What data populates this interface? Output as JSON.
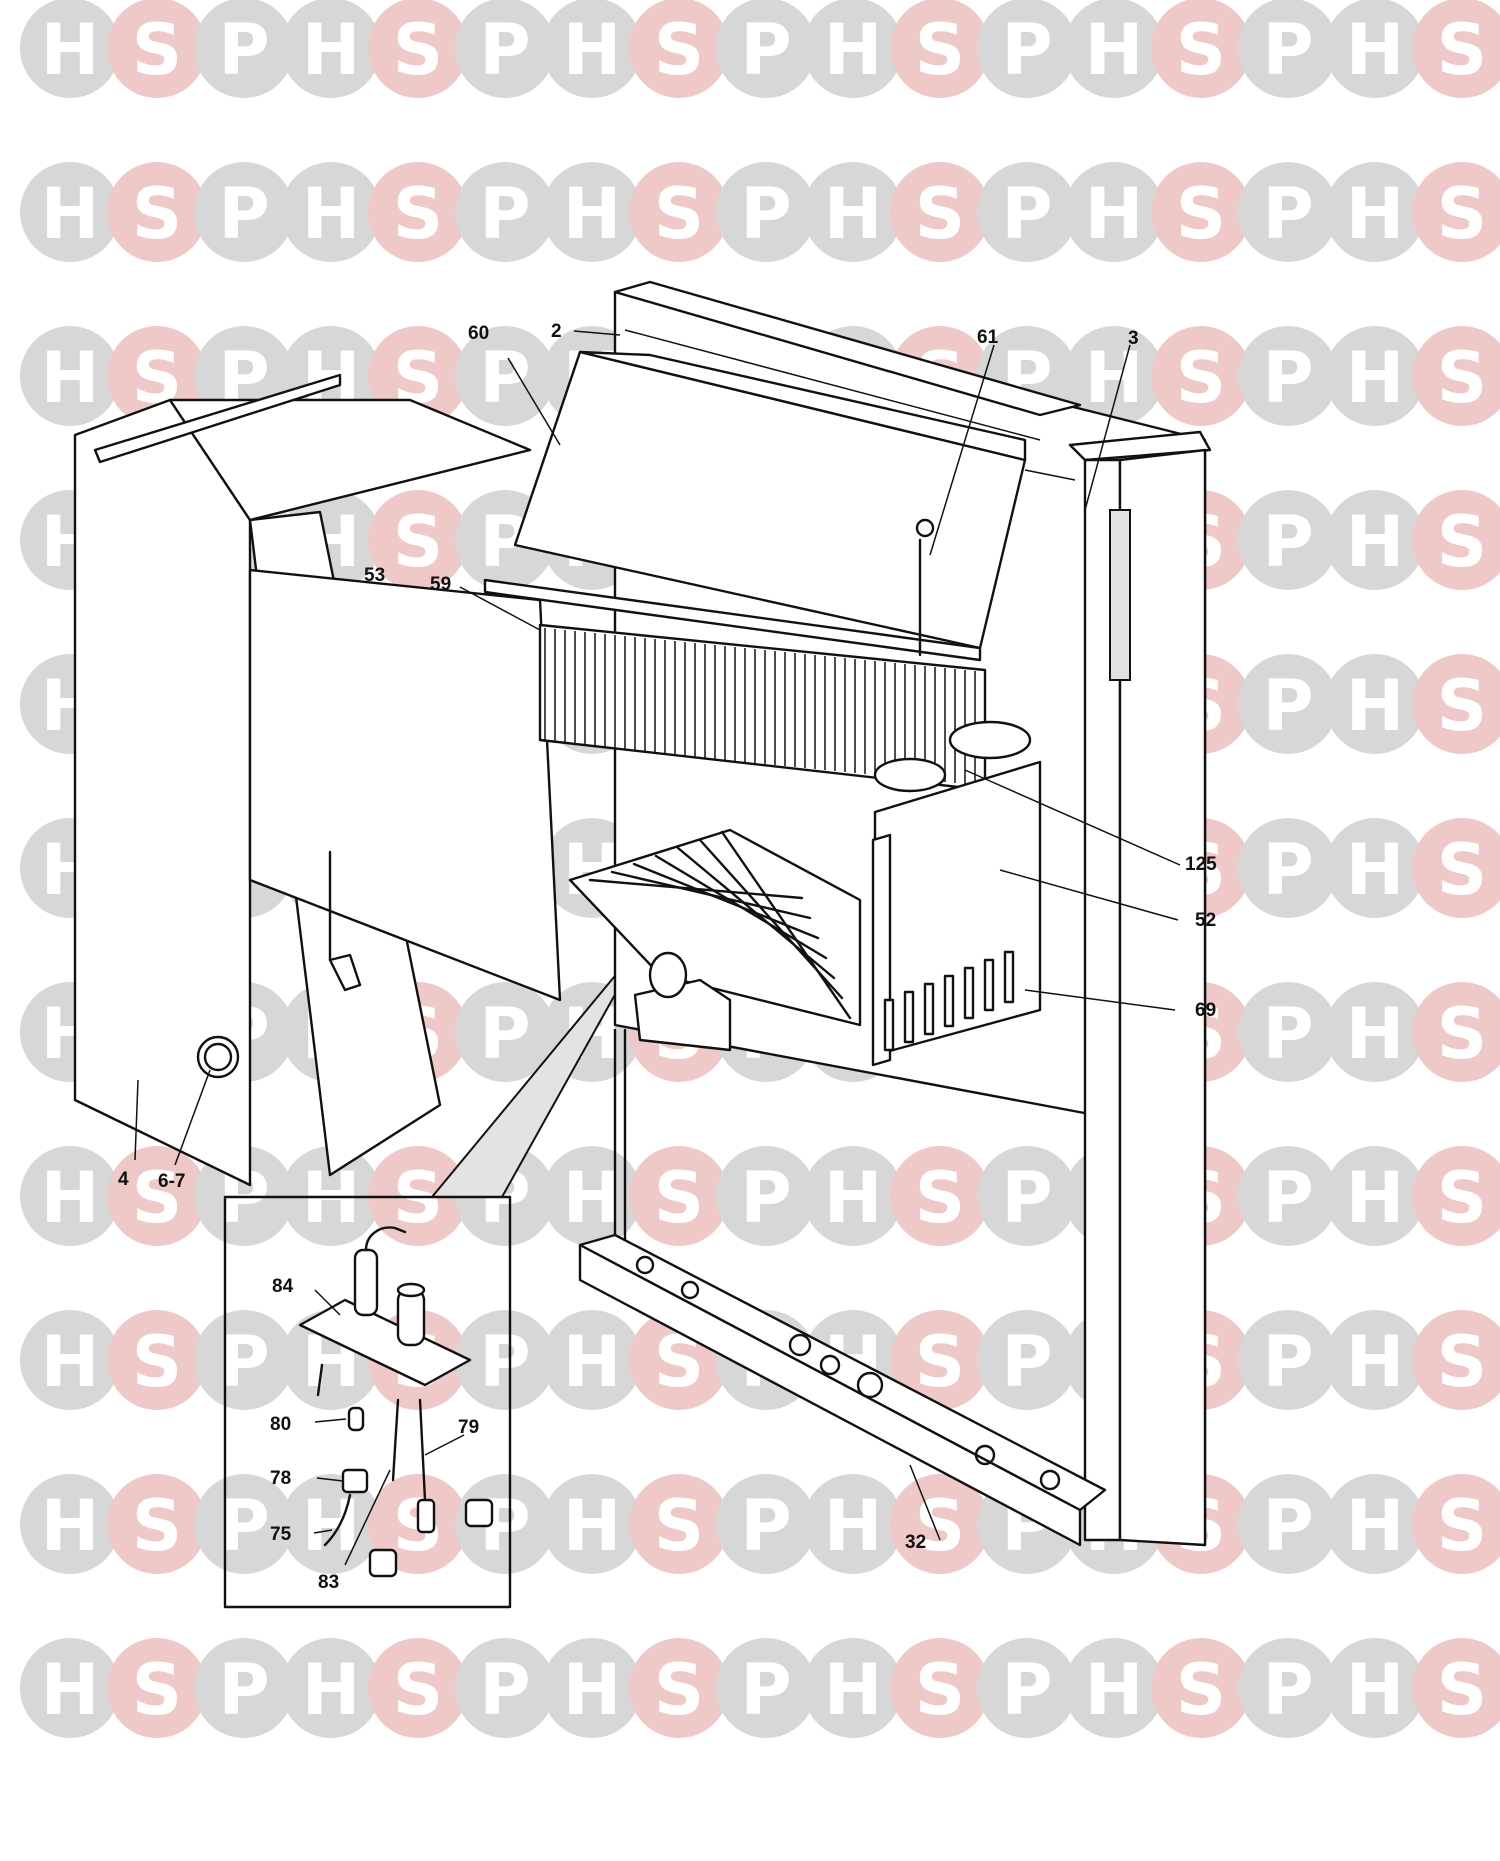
{
  "watermark": {
    "letters": [
      "H",
      "S",
      "P"
    ],
    "colors": {
      "H": "#d7d7d7",
      "S": "#efc8c8",
      "P": "#d7d7d7"
    }
  },
  "parts": {
    "p2": "2",
    "p60": "60",
    "p61": "61",
    "p3": "3",
    "p53": "53",
    "p59": "59",
    "p125": "125",
    "p52": "52",
    "p69": "69",
    "p4": "4",
    "p6_7": "6-7",
    "p84": "84",
    "p80": "80",
    "p79": "79",
    "p78": "78",
    "p75": "75",
    "p83": "83",
    "p32": "32"
  }
}
